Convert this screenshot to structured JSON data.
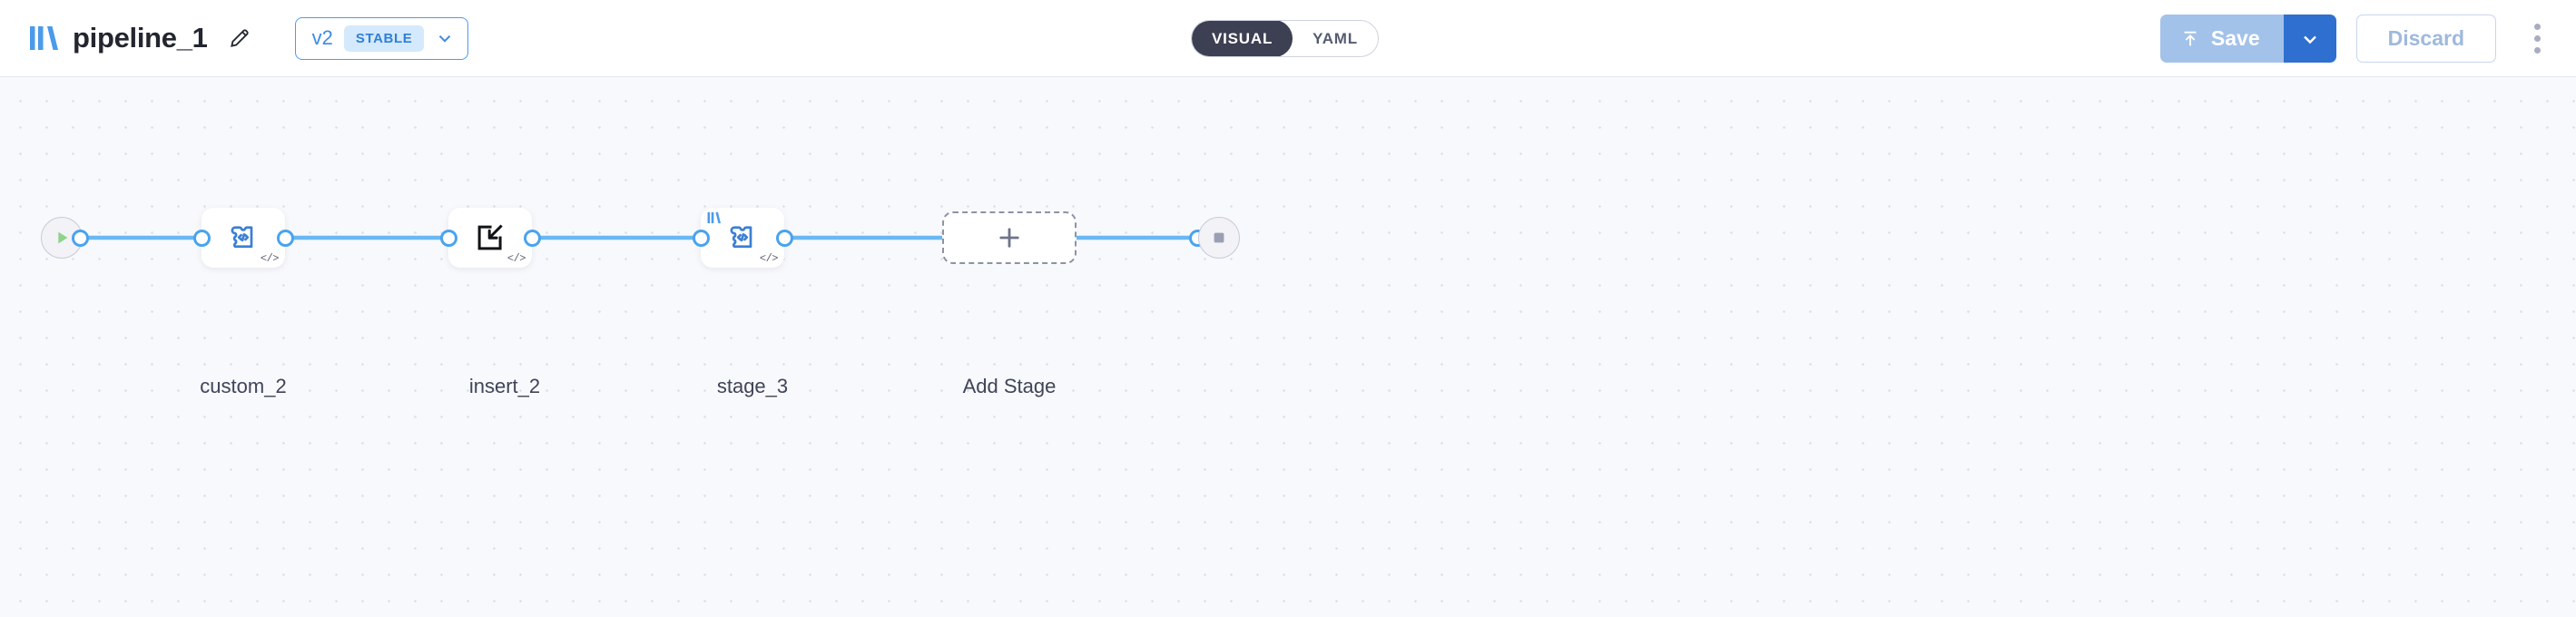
{
  "header": {
    "logo_icon": "pipeline-bars-logo",
    "title": "pipeline_1",
    "edit_icon": "pencil-icon",
    "version": {
      "label": "v2",
      "badge": "STABLE",
      "chevron_icon": "chevron-down-icon"
    },
    "mode_toggle": {
      "options": [
        {
          "label": "VISUAL",
          "active": true
        },
        {
          "label": "YAML",
          "active": false
        }
      ]
    },
    "actions": {
      "save_label": "Save",
      "save_icon": "upload-arrow-icon",
      "save_caret_icon": "chevron-down-icon",
      "discard_label": "Discard",
      "more_icon": "kebab-menu-icon"
    }
  },
  "canvas": {
    "start_node": {
      "name": "start-node",
      "icon": "play-icon"
    },
    "end_node": {
      "name": "end-node",
      "icon": "stop-square-icon"
    },
    "stages": [
      {
        "label": "custom_2",
        "icon": "puzzle-code-icon",
        "badge": "</>",
        "has_logo": false
      },
      {
        "label": "insert_2",
        "icon": "import-arrow-icon",
        "badge": "</>",
        "has_logo": false
      },
      {
        "label": "stage_3",
        "icon": "puzzle-code-icon",
        "badge": "</>",
        "has_logo": true
      }
    ],
    "add_stage": {
      "label": "Add Stage",
      "icon": "plus-icon"
    }
  },
  "colors": {
    "accent_blue": "#4aa3ee",
    "icon_blue": "#3b7fd4",
    "save_blue": "#2f6fd0",
    "save_disabled": "#a3c2ea",
    "badge_bg": "#d4e9fb",
    "canvas_bg": "#f8f9fc",
    "toggle_active": "#3d3f52",
    "label_text": "#3f4458",
    "play_green": "#8ed48a"
  }
}
